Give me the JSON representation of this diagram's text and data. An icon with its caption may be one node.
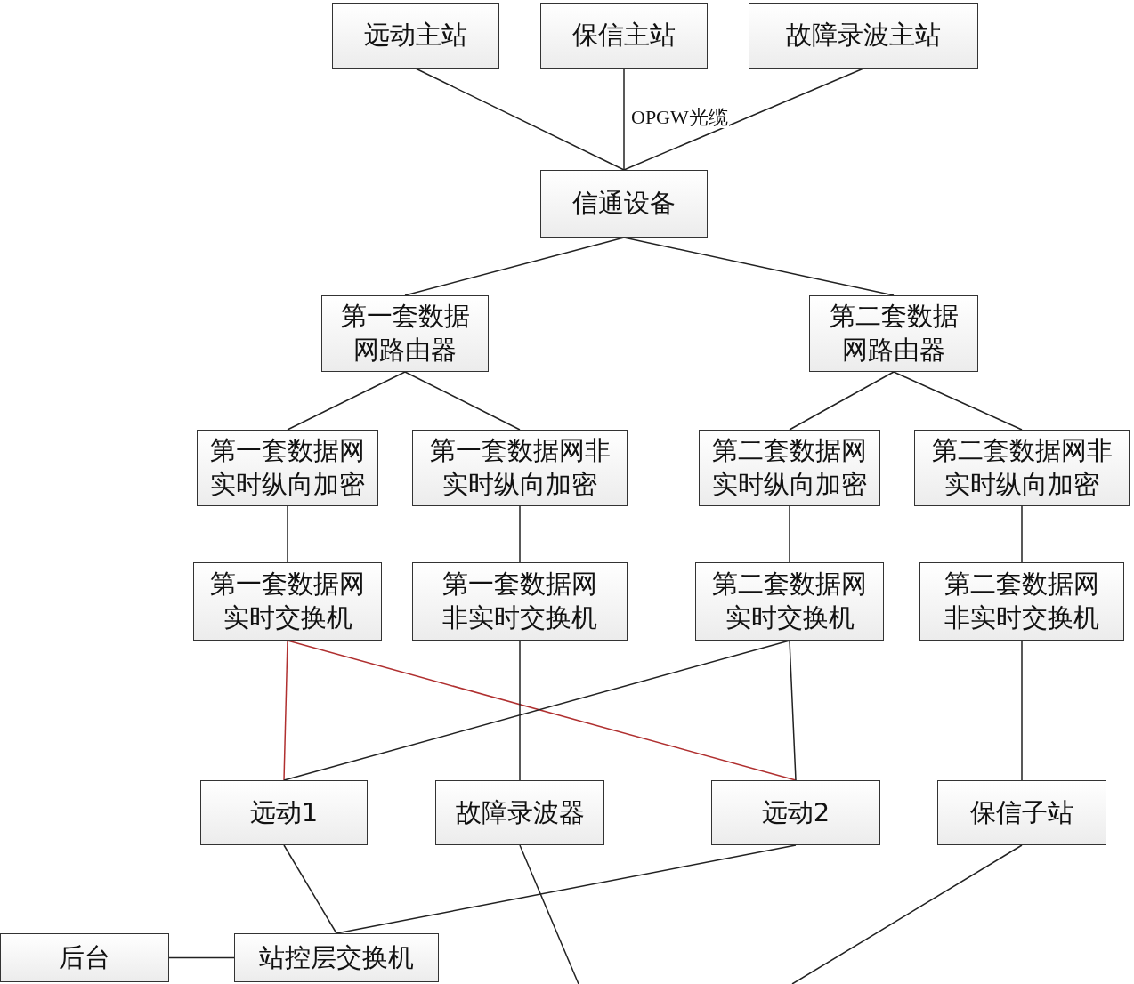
{
  "diagram": {
    "nodes": [
      {
        "text": [
          "远动主站"
        ]
      },
      {
        "text": [
          "保信主站"
        ]
      },
      {
        "text": [
          "故障录波主站"
        ]
      },
      {
        "text": [
          "信通设备"
        ]
      },
      {
        "text": [
          "第一套数据网路由器"
        ]
      },
      {
        "text": [
          "第二套数据网路由器"
        ]
      },
      {
        "text": [
          "第一套数据网实时纵向加密"
        ]
      },
      {
        "text": [
          "第一套数据网非实时纵向加密"
        ]
      },
      {
        "text": [
          "第二套数据网实时纵向加密"
        ]
      },
      {
        "text": [
          "第二套数据网非实时纵向加密"
        ]
      },
      {
        "text": [
          "第一套数据网实时交换机"
        ]
      },
      {
        "text": [
          "第一套数据网非实时交换机"
        ]
      },
      {
        "text": [
          "第二套数据网实时交换机"
        ]
      },
      {
        "text": [
          "第二套数据网非实时交换机"
        ]
      },
      {
        "text": [
          "远动1"
        ]
      },
      {
        "text": [
          "故障录波器"
        ]
      },
      {
        "text": [
          "远动2"
        ]
      },
      {
        "text": [
          "保信子站"
        ]
      },
      {
        "text": [
          "后台"
        ]
      },
      {
        "text": [
          "站控层交换机"
        ]
      }
    ],
    "edges": [
      {
        "from": 0,
        "to": 3,
        "arrow": "none"
      },
      {
        "from": 1,
        "to": 3,
        "arrow": "none",
        "label": "OPGW光缆"
      },
      {
        "from": 2,
        "to": 3,
        "arrow": "none"
      },
      {
        "from": 3,
        "to": 4,
        "arrow": "none"
      },
      {
        "from": 3,
        "to": 5,
        "arrow": "none"
      },
      {
        "from": 4,
        "to": 6,
        "arrow": "none"
      },
      {
        "from": 4,
        "to": 7,
        "arrow": "none"
      },
      {
        "from": 5,
        "to": 8,
        "arrow": "none"
      },
      {
        "from": 5,
        "to": 9,
        "arrow": "none"
      },
      {
        "from": 6,
        "to": 10,
        "arrow": "none"
      },
      {
        "from": 7,
        "to": 11,
        "arrow": "none"
      },
      {
        "from": 8,
        "to": 12,
        "arrow": "none"
      },
      {
        "from": 9,
        "to": 13,
        "arrow": "none"
      },
      {
        "from": 10,
        "to": 14,
        "arrow": "none",
        "color": "#b03030"
      },
      {
        "from": 10,
        "to": 16,
        "arrow": "none",
        "color": "#b03030"
      },
      {
        "from": 12,
        "to": 14,
        "arrow": "none"
      },
      {
        "from": 12,
        "to": 16,
        "arrow": "none"
      },
      {
        "from": 11,
        "to": 15,
        "arrow": "none"
      },
      {
        "from": 13,
        "to": 17,
        "arrow": "none"
      },
      {
        "from": 14,
        "to": 19,
        "arrow": "none"
      },
      {
        "from": 16,
        "to": 19,
        "arrow": "none"
      },
      {
        "from": 18,
        "to": 19,
        "arrow": "none"
      },
      {
        "from": 15,
        "to": null,
        "arrow": "none"
      },
      {
        "from": 17,
        "to": null,
        "arrow": "none"
      }
    ]
  }
}
